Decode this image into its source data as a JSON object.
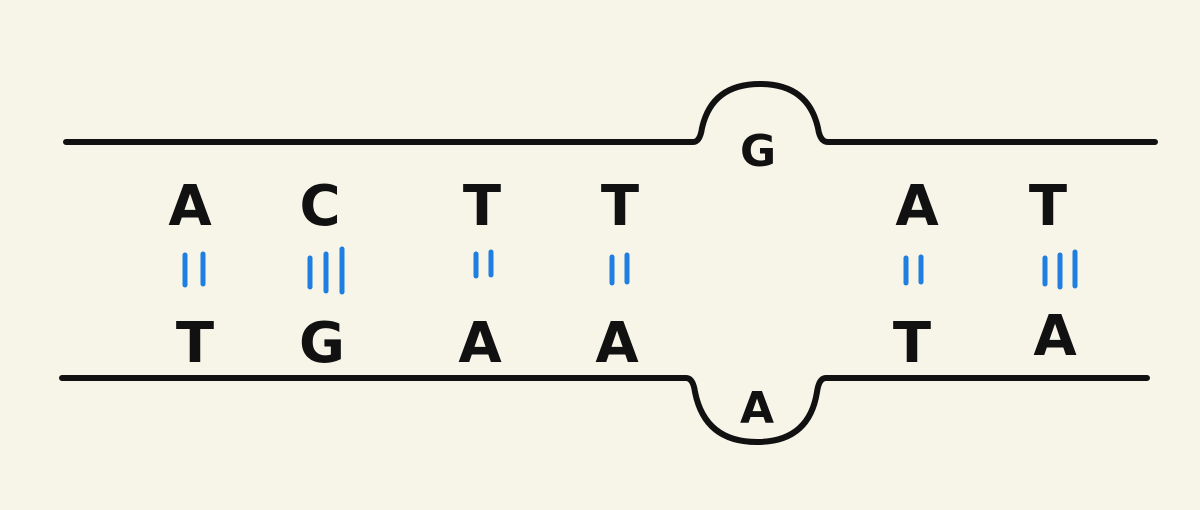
{
  "colors": {
    "background": "#f7f4e8",
    "strand": "#111111",
    "hydrogen_bond": "#1e7fe0"
  },
  "pairs": [
    {
      "top": "A",
      "bottom": "T",
      "bonds": 2
    },
    {
      "top": "C",
      "bottom": "G",
      "bonds": 3
    },
    {
      "top": "T",
      "bottom": "A",
      "bonds": 2
    },
    {
      "top": "T",
      "bottom": "A",
      "bonds": 2
    },
    {
      "top": "A",
      "bottom": "T",
      "bonds": 2
    },
    {
      "top": "T",
      "bottom": "A",
      "bonds": 3
    }
  ],
  "mismatch": {
    "top": "G",
    "bottom": "A"
  }
}
